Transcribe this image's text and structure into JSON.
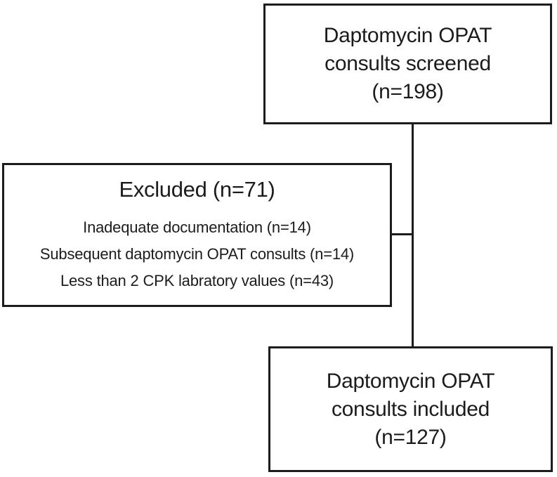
{
  "flowchart": {
    "screened_box": {
      "lines": [
        "Daptomycin OPAT",
        "consults screened",
        "(n=198)"
      ]
    },
    "excluded_box": {
      "title": "Excluded (n=71)",
      "items": [
        "Inadequate documentation (n=14)",
        "Subsequent daptomycin OPAT consults (n=14)",
        "Less than 2 CPK labratory values (n=43)"
      ]
    },
    "included_box": {
      "lines": [
        "Daptomycin OPAT",
        "consults included",
        "(n=127)"
      ]
    },
    "colors": {
      "border": "#1c1c1c",
      "text": "#1c1c1c",
      "background": "#ffffff"
    }
  }
}
